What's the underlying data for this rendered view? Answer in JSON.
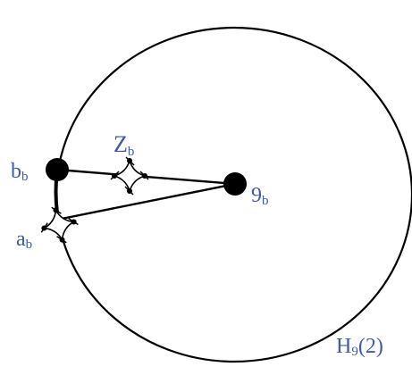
{
  "diagram": {
    "stroke_color": "#000000",
    "label_color": "#3f5aa8",
    "labels": {
      "node_b_main": "b",
      "node_b_sub": "b",
      "node_a_main": "a",
      "node_a_sub": "b",
      "node_9_main": "9",
      "node_9_sub": "b",
      "edge_Z_main": "Z",
      "edge_Z_sub": "b",
      "circle_main": "H",
      "circle_sub": "9",
      "circle_suffix": "(2)"
    }
  }
}
